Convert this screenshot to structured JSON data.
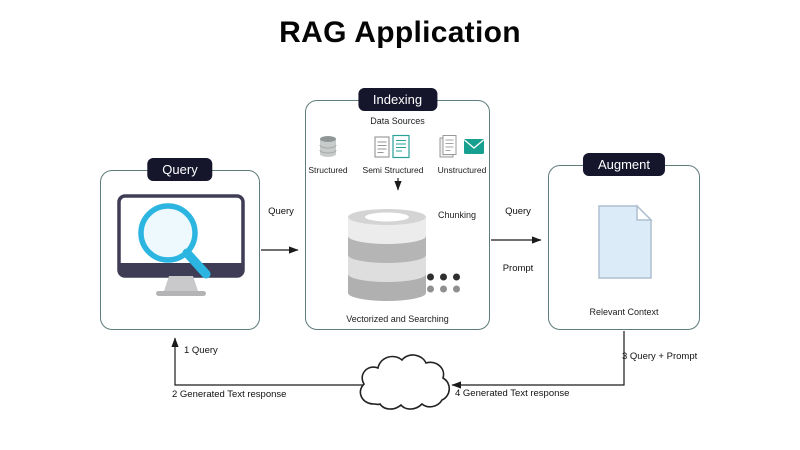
{
  "title": "RAG Application",
  "query_box": {
    "label": "Query"
  },
  "indexing_box": {
    "label": "Indexing",
    "data_sources": "Data Sources",
    "structured": "Structured",
    "semi_structured": "Semi Structured",
    "unstructured": "Unstructured",
    "chunking": "Chunking",
    "vectorized": "Vectorized and Searching"
  },
  "augment_box": {
    "label": "Augment",
    "relevant_context": "Relevant Context"
  },
  "flow_labels": {
    "query_to_indexing": "Query",
    "indexing_to_augment_query": "Query",
    "indexing_to_augment_prompt": "Prompt",
    "step_1": "1 Query",
    "step_2": "2 Generated Text response",
    "step_3": "3 Query + Prompt",
    "step_4": "4 Generated Text response"
  },
  "colors": {
    "badge_bg": "#15152b",
    "badge_text": "#ffffff",
    "box_border": "#5e7c7a",
    "accent_cyan": "#2bb5e0",
    "monitor_frame": "#3f3d56",
    "envelope_teal": "#17a08f",
    "database_gray": "#bdbdbd",
    "document_blue": "#dcebf8",
    "line": "#1a1a1a"
  }
}
